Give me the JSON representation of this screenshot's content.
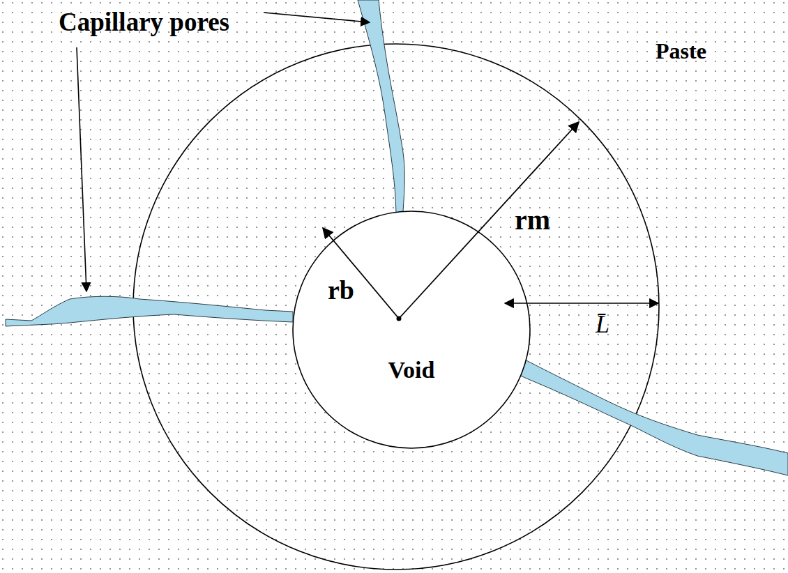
{
  "diagram": {
    "nodes": [
      {
        "text": [
          "Void"
        ]
      }
    ],
    "labels": [
      "Capillary pores",
      "Paste",
      "rm",
      "rb",
      "L̄"
    ]
  }
}
